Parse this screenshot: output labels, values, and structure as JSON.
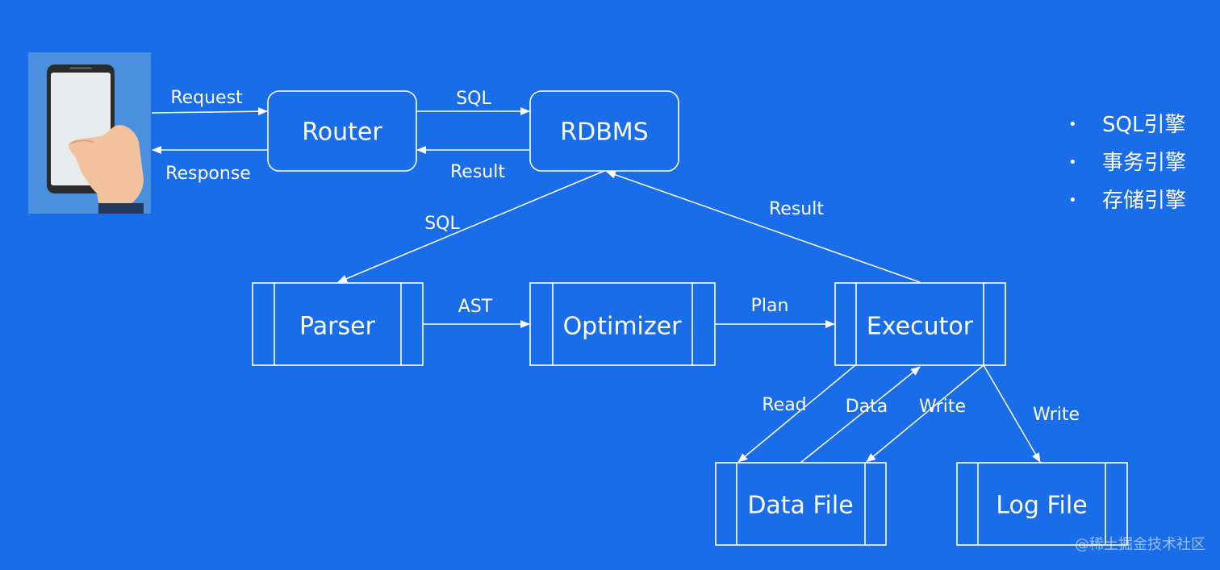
{
  "nodes": {
    "router": "Router",
    "rdbms": "RDBMS",
    "parser": "Parser",
    "optimizer": "Optimizer",
    "executor": "Executor",
    "data_file": "Data File",
    "log_file": "Log File"
  },
  "edges": {
    "request": "Request",
    "response": "Response",
    "sql_top": "SQL",
    "result_top": "Result",
    "sql_down": "SQL",
    "result_up": "Result",
    "ast": "AST",
    "plan": "Plan",
    "read": "Read",
    "data": "Data",
    "write_data": "Write",
    "write_log": "Write"
  },
  "bullets": [
    "SQL引擎",
    "事务引擎",
    "存储引擎"
  ],
  "bullet_glyph": "•",
  "watermark": "@稀土掘金技术社区",
  "colors": {
    "background": "#1a6de9",
    "stroke": "#ffffff",
    "phone_panel": "#4a90df"
  },
  "icons": {
    "phone": "hand-holding-phone-icon"
  }
}
